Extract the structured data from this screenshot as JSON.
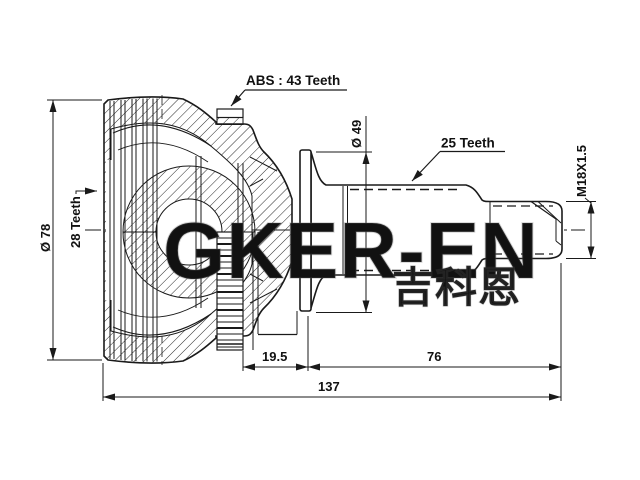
{
  "drawing": {
    "type": "cv-joint-technical-drawing",
    "labels": {
      "abs_ring": "ABS : 43 Teeth",
      "shaft_spline": "25 Teeth",
      "thread": "M18X1.5",
      "outer_diameter": "Ø 78",
      "inner_spline": "28 Teeth",
      "flange_diameter": "Ø 49",
      "length_abs_to_flange": "19.5",
      "length_shaft": "76",
      "length_total": "137"
    },
    "watermark": {
      "text": "GKER-EN",
      "cjk": "吉科恩"
    },
    "colors": {
      "line": "#1a1a1a",
      "background": "#ffffff",
      "watermark": "#c9c9c9"
    }
  }
}
